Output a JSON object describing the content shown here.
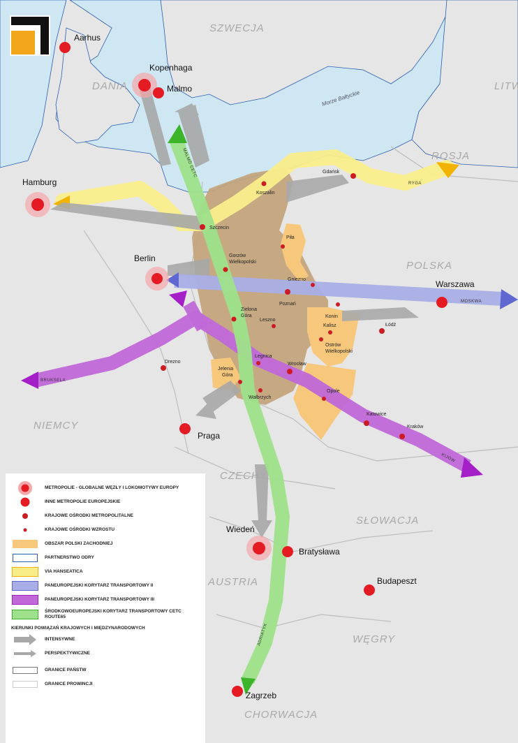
{
  "countries": {
    "sweden": "SZWECJA",
    "denmark": "DANIA",
    "lithuania": "LITW",
    "russia": "ROSJA",
    "poland": "POLSKA",
    "germany": "NIEMCY",
    "czechia": "CZECHY",
    "slovakia": "SŁOWACJA",
    "austria": "AUSTRIA",
    "hungary": "WĘGRY",
    "croatia": "CHORWACJA"
  },
  "sea_label": "Morze Bałtyckie",
  "metropolises": {
    "aarhus": "Aarhus",
    "kopenhaga": "Kopenhaga",
    "malmo": "Malmo",
    "hamburg": "Hamburg",
    "berlin": "Berlin",
    "warszawa": "Warszawa",
    "praga": "Praga",
    "wieden": "Wiedeń",
    "bratyslawa": "Bratysława",
    "budapeszt": "Budapeszt",
    "zagrzeb": "Zagrzeb"
  },
  "cities": {
    "gdansk": "Gdańsk",
    "koszalin": "Koszalin",
    "szczecin": "Szczecin",
    "pila": "Piła",
    "gorzow": "Gorzów",
    "gorzow2": "Wielkopolski",
    "gniezno": "Gniezno",
    "poznan": "Poznań",
    "konin": "Konin",
    "kalisz": "Kalisz",
    "ostrow": "Ostrów",
    "ostrow2": "Wielkopolski",
    "lodz": "Łódź",
    "zielona": "Zielona",
    "zielona2": "Góra",
    "leszno": "Leszno",
    "legnica": "Legnica",
    "wroclaw": "Wrocław",
    "drezno": "Drezno",
    "jelenia": "Jelenia",
    "jelenia2": "Góra",
    "walbrzych": "Wałbrzych",
    "opole": "Opole",
    "katowice": "Katowice",
    "krakow": "Kraków"
  },
  "corridor_labels": {
    "ryga": "RYGA",
    "moskwa": "MOSKWA",
    "bruksela": "BRUKSELA",
    "kijow": "KIJÓW",
    "malmo_cetc": "MALMÖ CETC",
    "adriatyk": "ADRIATYK"
  },
  "legend": {
    "items": [
      {
        "label": "Metropolie - globalne węzły i lokomotywy Europy"
      },
      {
        "label": "Inne metropolie europejskie"
      },
      {
        "label": "Krajowe ośrodki metropolitalne"
      },
      {
        "label": "Krajowe ośrodki wzrostu"
      },
      {
        "label": "Obszar Polski Zachodniej"
      },
      {
        "label": "Partnerstwo Odry"
      },
      {
        "label": "Via Hanseatica"
      },
      {
        "label": "Paneuropejski korytarz transportowy II"
      },
      {
        "label": "Paneuropejski korytarz transportowy III"
      },
      {
        "label": "Środkowoeuropejski korytarz transportowy CETC ROUTE65"
      }
    ],
    "directions_heading": "KIERUNKI POWIĄZAŃ KRAJOWYCH I MIĘDZYNARODOWYCH",
    "directions": [
      {
        "label": "Intensywne"
      },
      {
        "label": "Perspektywiczne"
      }
    ],
    "borders": [
      {
        "label": "Granice państw"
      },
      {
        "label": "Granice prowincji"
      }
    ]
  },
  "colors": {
    "sea": "#cfe7f3",
    "land": "#e6e6e6",
    "poland_west": "#c3a47b",
    "zachodnia": "#f7c77c",
    "via_hanseatica": "#f9ed8a",
    "corridor2": "#a9aee6",
    "corridor3": "#c068d8",
    "cetc": "#9ee18a",
    "metro": "#e51b23",
    "arrow": "#a8a8a8"
  }
}
